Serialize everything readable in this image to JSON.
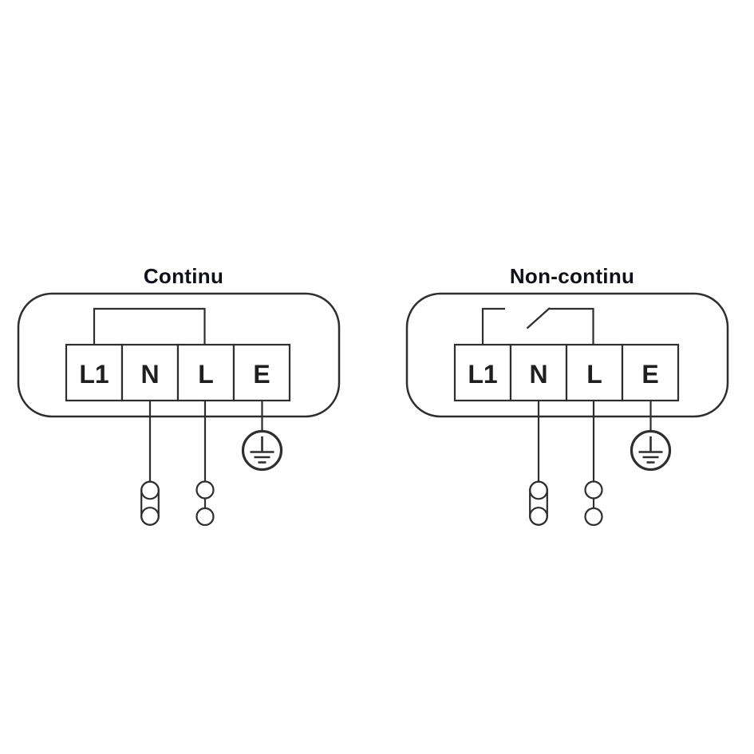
{
  "page": {
    "background": "#ffffff"
  },
  "colors": {
    "line": "#2e2e2e",
    "label_text": "#1f1f1f",
    "title_text": "#0f1018"
  },
  "diagrams": [
    {
      "id": "continu",
      "title": "Continu",
      "bridge_state": "closed",
      "terminals": [
        {
          "label": "L1"
        },
        {
          "label": "N"
        },
        {
          "label": "L"
        },
        {
          "label": "E"
        }
      ],
      "icons": [
        "bridge-wire",
        "double-circle-capsule-connector-icon",
        "linked-double-circle-connector-icon",
        "earth-ground-icon"
      ]
    },
    {
      "id": "non-continu",
      "title": "Non-continu",
      "bridge_state": "open-switch",
      "terminals": [
        {
          "label": "L1"
        },
        {
          "label": "N"
        },
        {
          "label": "L"
        },
        {
          "label": "E"
        }
      ],
      "icons": [
        "bridge-wire",
        "switch-contact-icon",
        "double-circle-capsule-connector-icon",
        "linked-double-circle-connector-icon",
        "earth-ground-icon"
      ]
    }
  ]
}
